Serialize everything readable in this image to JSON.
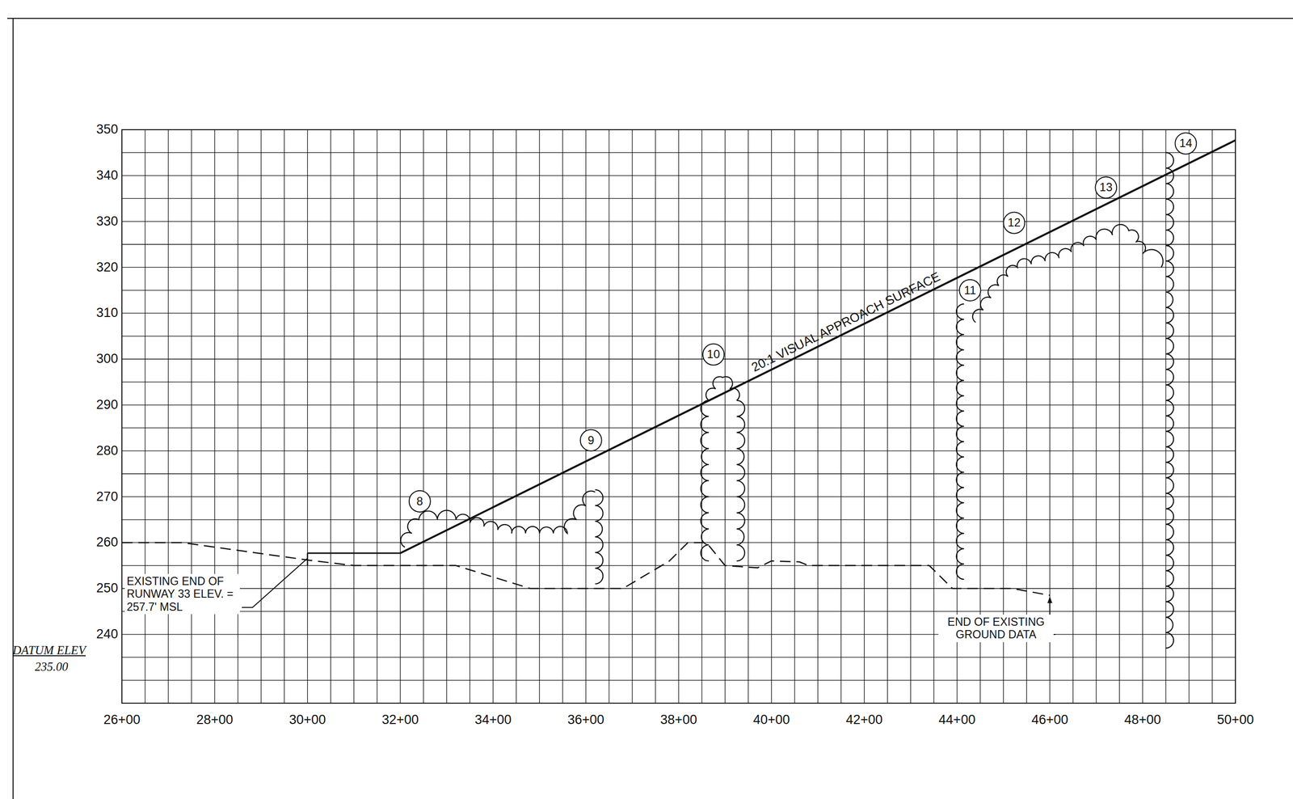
{
  "diagram": {
    "labels": [
      "350",
      "340",
      "330",
      "320",
      "310",
      "300",
      "290",
      "280",
      "270",
      "260",
      "250",
      "240",
      "26+00",
      "28+00",
      "30+00",
      "32+00",
      "34+00",
      "36+00",
      "38+00",
      "40+00",
      "42+00",
      "44+00",
      "46+00",
      "48+00",
      "50+00",
      "DATUM ELEV",
      "235.00",
      "20:1 VISUAL APPROACH SURFACE",
      "EXISTING END OF RUNWAY 33 ELEV. = 257.7' MSL",
      "END OF EXISTING GROUND DATA",
      "8",
      "9",
      "10",
      "11",
      "12",
      "13",
      "14"
    ]
  }
}
